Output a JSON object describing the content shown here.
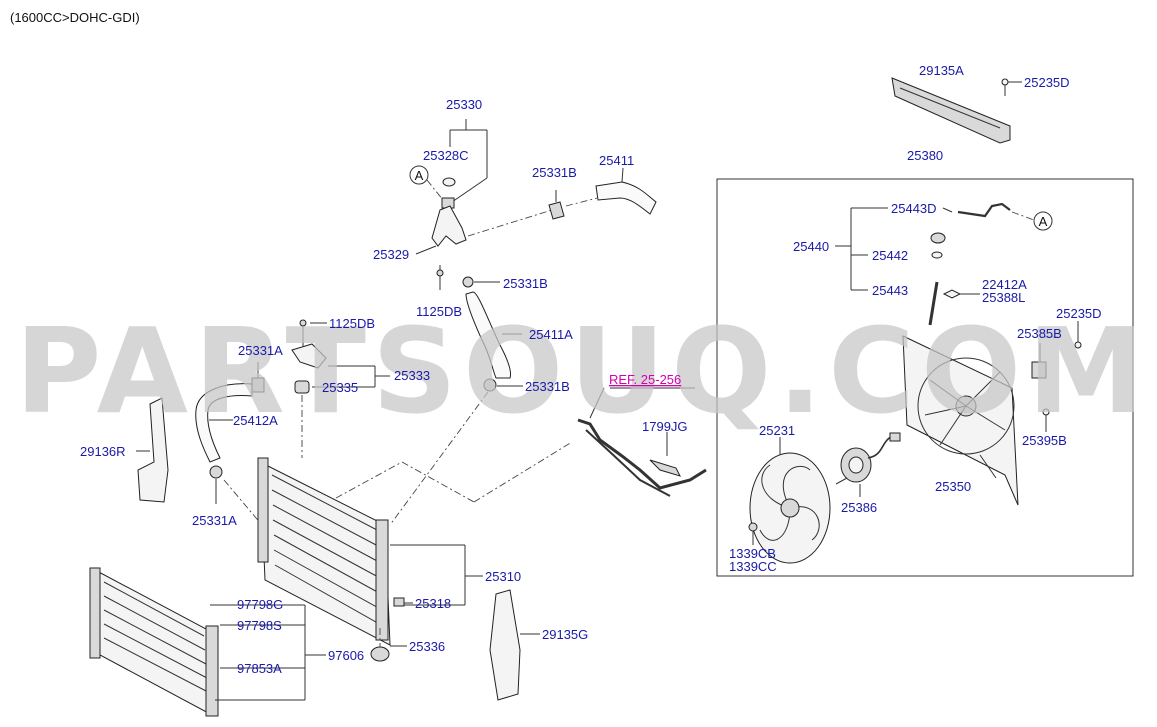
{
  "header": {
    "engine_spec": "(1600CC>DOHC-GDI)"
  },
  "watermark": {
    "text": "PARTSOUQ.COM"
  },
  "reference": {
    "label": "REF. 25-256",
    "color": "#d400b0"
  },
  "colors": {
    "label": "#1a1aa8",
    "line": "#333333",
    "watermark": "#c7c7c7"
  },
  "callouts": {
    "p29135A": "29135A",
    "p25235D_top": "25235D",
    "p25380": "25380",
    "p25443D": "25443D",
    "p25440": "25440",
    "p25442": "25442",
    "p25443": "25443",
    "p22412A": "22412A",
    "p25388L": "25388L",
    "p25235D_right": "25235D",
    "p25385B": "25385B",
    "p25395B": "25395B",
    "p25231": "25231",
    "p25386": "25386",
    "p25350": "25350",
    "p1339CB": "1339CB",
    "p1339CC": "1339CC",
    "p25330": "25330",
    "p25328C": "25328C",
    "p25331B_a": "25331B",
    "p25411": "25411",
    "p25329": "25329",
    "p25331B_b": "25331B",
    "p1125DB_a": "1125DB",
    "p1125DB_b": "1125DB",
    "p25411A": "25411A",
    "p25331A_a": "25331A",
    "p25333": "25333",
    "p25335": "25335",
    "p25331B_c": "25331B",
    "p25412A": "25412A",
    "p29136R": "29136R",
    "p25331A_b": "25331A",
    "p1799JG": "1799JG",
    "p25310": "25310",
    "p25318": "25318",
    "p25336": "25336",
    "p29135G": "29135G",
    "p97798G": "97798G",
    "p97798S": "97798S",
    "p97853A": "97853A",
    "p97606": "97606"
  },
  "markers": {
    "a_left": "A",
    "a_right": "A"
  }
}
